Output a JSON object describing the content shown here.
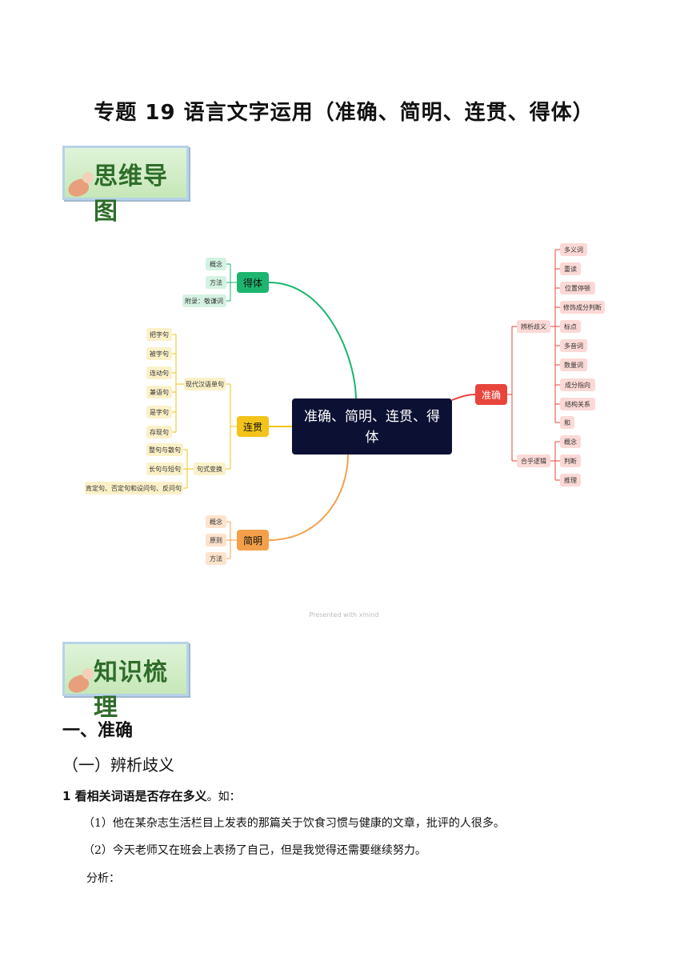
{
  "title": "专题 19  语言文字运用（准确、简明、连贯、得体）",
  "banner1": "思维导图",
  "banner2": "知识梳理",
  "mindmap": {
    "center": "准确、简明、连贯、得体",
    "branches": {
      "deti": {
        "label": "得体",
        "color": "#1db56f",
        "children": [
          "概念",
          "方法",
          "附录：敬谦词"
        ]
      },
      "lianguan": {
        "label": "连贯",
        "color": "#f2c31a",
        "subs": [
          {
            "label": "现代汉语单句",
            "children": [
              "把字句",
              "被字句",
              "连动句",
              "兼语句",
              "是字句",
              "存现句"
            ]
          },
          {
            "label": "句式变换",
            "children": [
              "整句与散句",
              "长句与短句",
              "肯定句、否定句和设问句、反问句"
            ]
          }
        ]
      },
      "jianming": {
        "label": "简明",
        "color": "#f4a04b",
        "children": [
          "概念",
          "原则",
          "方法"
        ]
      },
      "zhunque": {
        "label": "准确",
        "color": "#e8453c",
        "subs": [
          {
            "label": "辨析歧义",
            "children": [
              "多义词",
              "重读",
              "位置停顿",
              "修饰成分判断",
              "标点",
              "多音词",
              "数量词",
              "成分指向",
              "结构关系",
              "和"
            ]
          },
          {
            "label": "合乎逻辑",
            "children": [
              "概念",
              "判断",
              "推理"
            ]
          }
        ]
      }
    }
  },
  "watermark": "Presented with xmind",
  "sections": {
    "h1": "一、准确",
    "h2": "（一）辨析歧义",
    "p1_bold": "1 看相关词语是否存在多义",
    "p1_rest": "。如：",
    "ex1": "（1）他在某杂志生活栏目上发表的那篇关于饮食习惯与健康的文章，批评的人很多。",
    "ex2": "（2）今天老师又在班会上表扬了自己，但是我觉得还需要继续努力。",
    "analysis": "分析："
  }
}
